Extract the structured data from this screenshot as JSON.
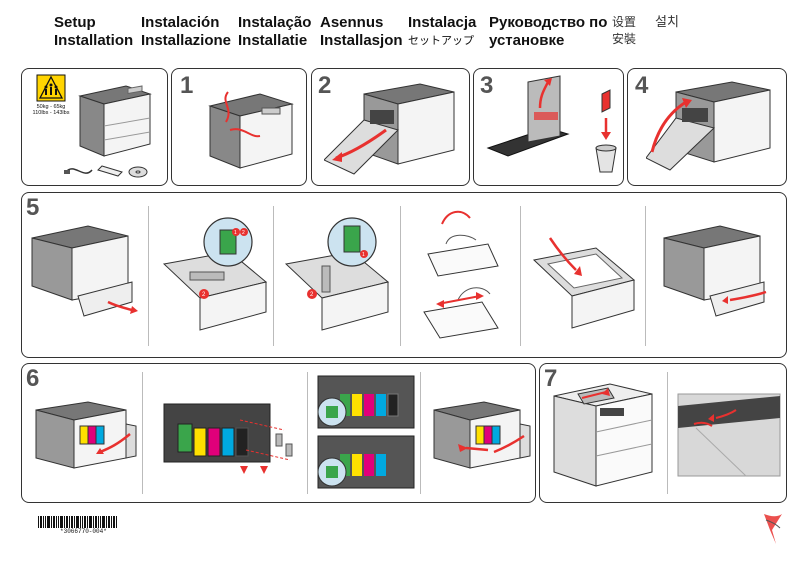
{
  "header": {
    "titles": [
      {
        "line1": "Setup",
        "line2": "Installation"
      },
      {
        "line1": "Instalación",
        "line2": "Installazione"
      },
      {
        "line1": "Instalação",
        "line2": "Installatie"
      },
      {
        "line1": "Asennus",
        "line2": "Installasjon"
      },
      {
        "line1": "Instalacja",
        "line2": "セットアップ"
      },
      {
        "line1": "Руководство по",
        "line2": "установке"
      },
      {
        "line1": "设置",
        "line2": "安裝"
      },
      {
        "line1": "설치",
        "line2": ""
      }
    ]
  },
  "steps": [
    "1",
    "2",
    "3",
    "4",
    "5",
    "6",
    "7"
  ],
  "warning": {
    "line1": "50kg - 65kg",
    "line2": "110lbs - 143lbs"
  },
  "labels": {
    "a": "1",
    "b": "2"
  },
  "footer": {
    "part_number": "*3066770-004*"
  },
  "colors": {
    "cyan": "#00a9e0",
    "magenta": "#e0007a",
    "yellow": "#ffe000",
    "red": "#e8312f",
    "green": "#3aa54b"
  }
}
